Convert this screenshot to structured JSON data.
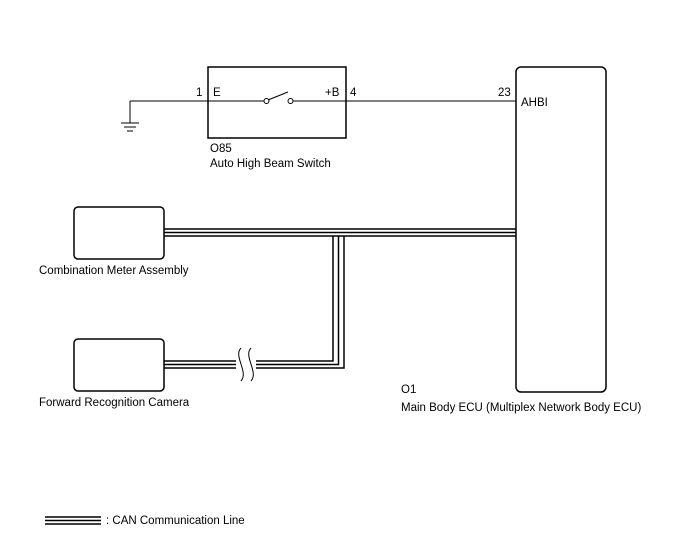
{
  "switch": {
    "pin_e": "1",
    "label_e": "E",
    "label_b": "+B",
    "pin_b": "4",
    "code": "O85",
    "name": "Auto High Beam Switch"
  },
  "ecu": {
    "pin": "23",
    "terminal": "AHBI",
    "code": "O1",
    "name": "Main Body ECU (Multiplex Network Body ECU)"
  },
  "meter": {
    "name": "Combination Meter Assembly"
  },
  "camera": {
    "name": "Forward Recognition Camera"
  },
  "legend": {
    "text": ": CAN Communication Line"
  },
  "icons": [
    "ground-symbol",
    "switch-symbol",
    "wire-break-symbol"
  ]
}
